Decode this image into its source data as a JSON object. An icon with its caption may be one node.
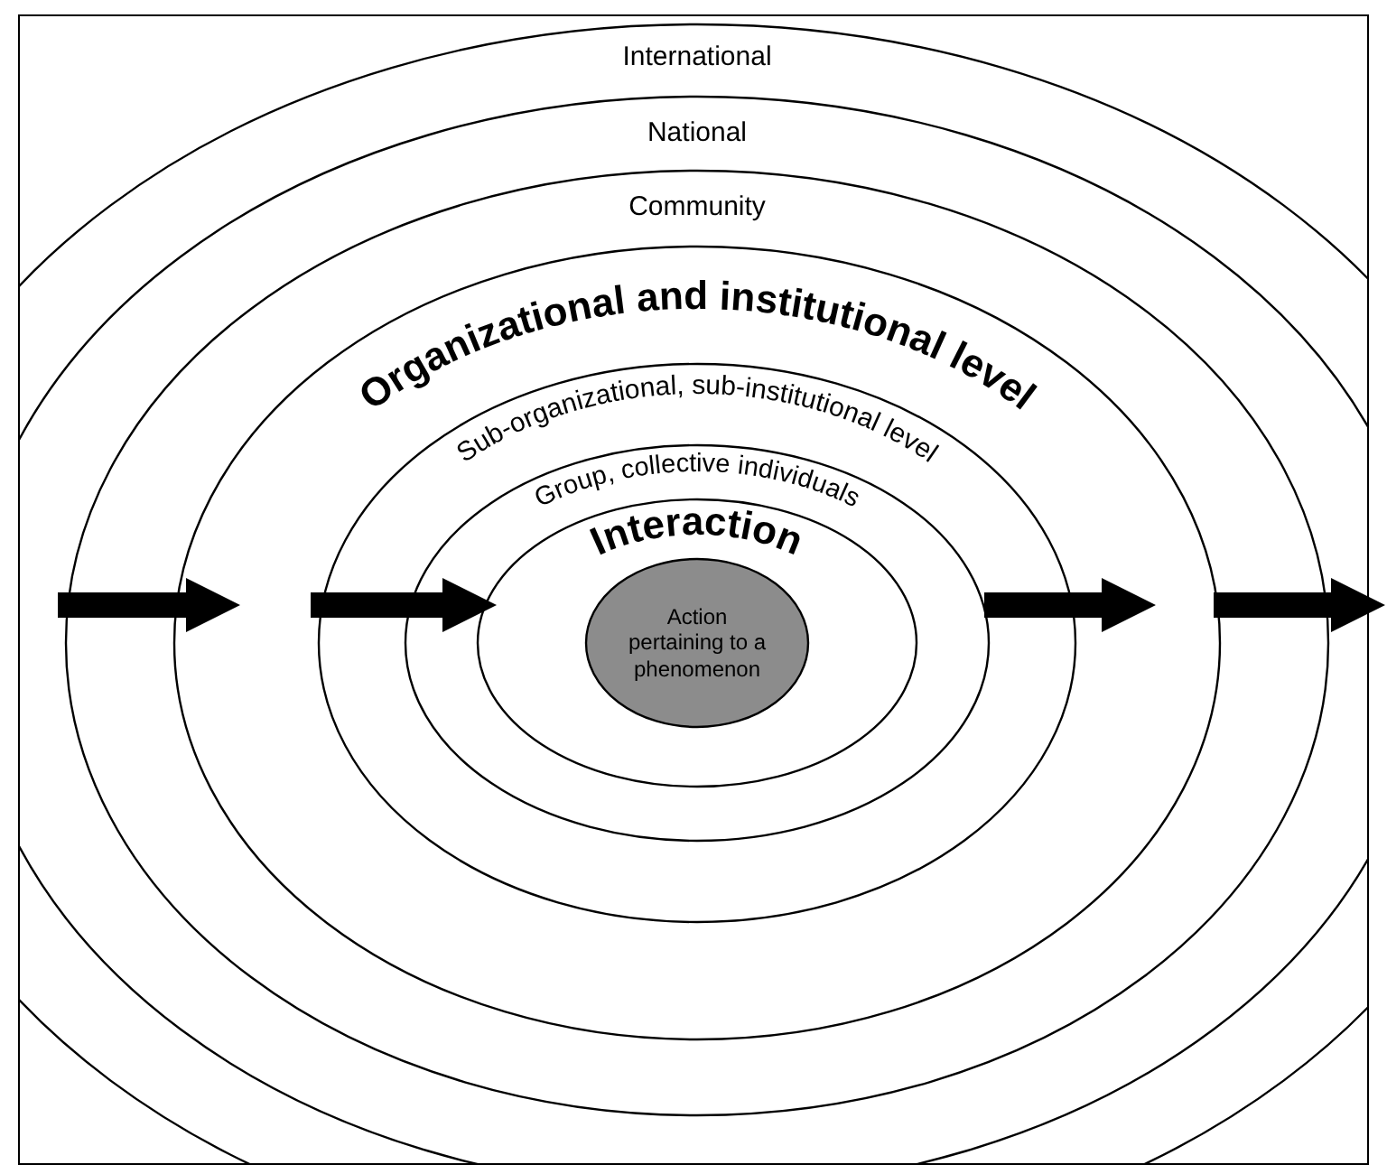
{
  "diagram": {
    "nodes": [
      {
        "text": [
          "International"
        ]
      },
      {
        "text": [
          "National"
        ],
        "in": 0
      },
      {
        "text": [
          "Community"
        ],
        "in": 1
      },
      {
        "text": [
          "Organizational and institutional level"
        ],
        "in": 2
      },
      {
        "text": [
          "Sub-organizational, sub-institutional level"
        ],
        "in": 3
      },
      {
        "text": [
          "Group, collective individuals"
        ],
        "in": 4
      },
      {
        "text": [
          "Interaction"
        ],
        "in": 5
      },
      {
        "text": [
          "Action pertaining to a phenomenon"
        ],
        "in": 6
      }
    ]
  }
}
